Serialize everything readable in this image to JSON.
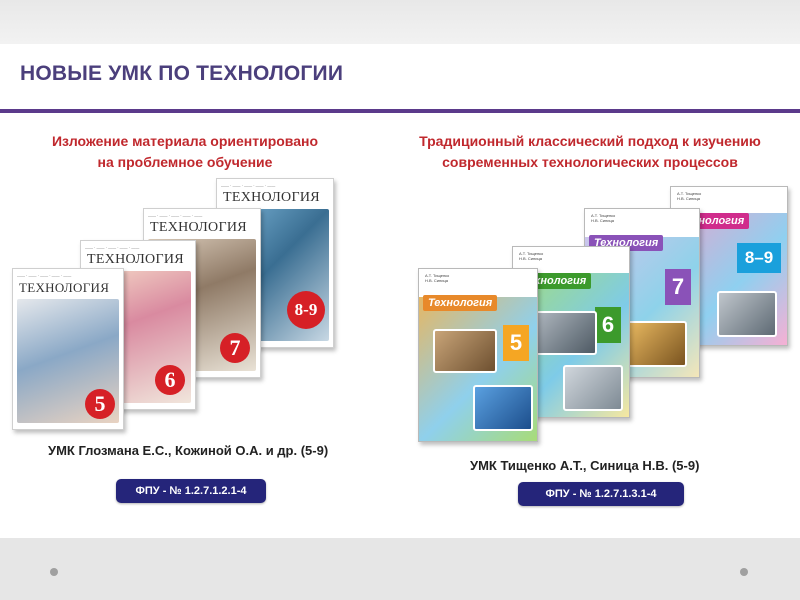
{
  "slide": {
    "title": "НОВЫЕ УМК ПО ТЕХНОЛОГИИ"
  },
  "left": {
    "subtitle_line1": "Изложение материала ориентировано",
    "subtitle_line2": "на проблемное обучение",
    "book_title": "ТЕХНОЛОГИЯ",
    "books": [
      {
        "grade": "5"
      },
      {
        "grade": "6"
      },
      {
        "grade": "7"
      },
      {
        "grade": "8-9"
      }
    ],
    "umk": "УМК Глозмана Е.С., Кожиной О.А. и др. (5-9)",
    "fpu": "ФПУ - № 1.2.7.1.2.1-4"
  },
  "right": {
    "subtitle_line1": "Традиционный классический подход к изучению",
    "subtitle_line2": "современных технологических процессов",
    "book_title": "Технология",
    "books": [
      {
        "grade": "5"
      },
      {
        "grade": "6"
      },
      {
        "grade": "7"
      },
      {
        "grade": "8–9"
      }
    ],
    "umk": "УМК Тищенко А.Т., Синица Н.В. (5-9)",
    "fpu": "ФПУ - № 1.2.7.1.3.1-4"
  },
  "colors": {
    "title": "#4b3f7c",
    "rule": "#5b3a8b",
    "subtitle": "#c0282d",
    "badge": "#25257a",
    "grade_red": "#d62026"
  }
}
